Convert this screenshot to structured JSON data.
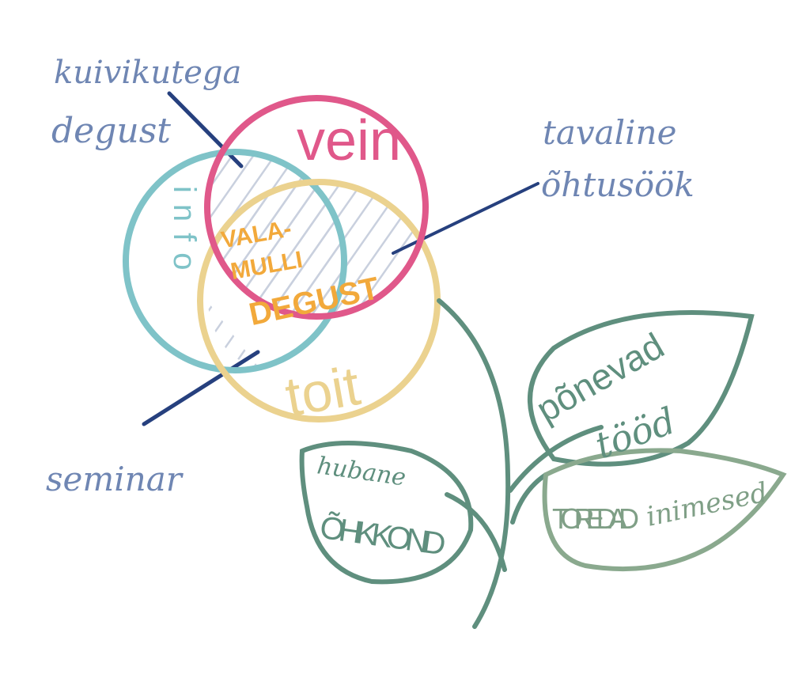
{
  "labels": {
    "kuivikutega": "kuivikutega",
    "degust_top": "degust",
    "tavaline": "tavaline",
    "ohtusook": "õhtusöök",
    "seminar": "seminar"
  },
  "circles": {
    "vein": "vein",
    "info": "info",
    "toit": "toit",
    "center_line1": "VALA-",
    "center_line2": "MULLI",
    "center_line3": "DEGUST"
  },
  "leaves": {
    "ponevad": "põnevad",
    "tood": "tööd",
    "hubane": "hubane",
    "ohkkond": "ÕHKKOND",
    "toredad": "TOREDAD",
    "inimesed": "inimesed"
  },
  "colors": {
    "vein": "#e0588a",
    "info": "#7fc3c8",
    "toit": "#ebd28f",
    "center_text": "#f2a93b",
    "navy": "#26407e",
    "script": "#6f86b3",
    "stem": "#5f8f7e",
    "leaf_light": "#8aa98e",
    "hatch": "#c9d0de"
  }
}
